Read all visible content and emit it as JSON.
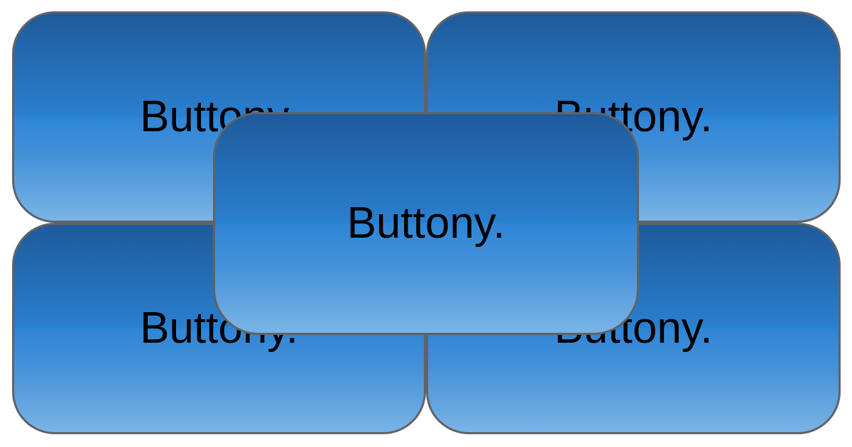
{
  "buttons": {
    "top_left": {
      "label": "Buttony."
    },
    "top_right": {
      "label": "Buttony."
    },
    "bottom_left": {
      "label": "Buttony."
    },
    "bottom_right": {
      "label": "Buttony."
    },
    "center": {
      "label": "Buttony."
    }
  },
  "colors": {
    "border": "#5f6368",
    "gradient_top": "#1f5a9b",
    "gradient_mid": "#2682d3",
    "gradient_bottom": "#7ab4e6",
    "text": "#000000",
    "background": "#ffffff"
  }
}
